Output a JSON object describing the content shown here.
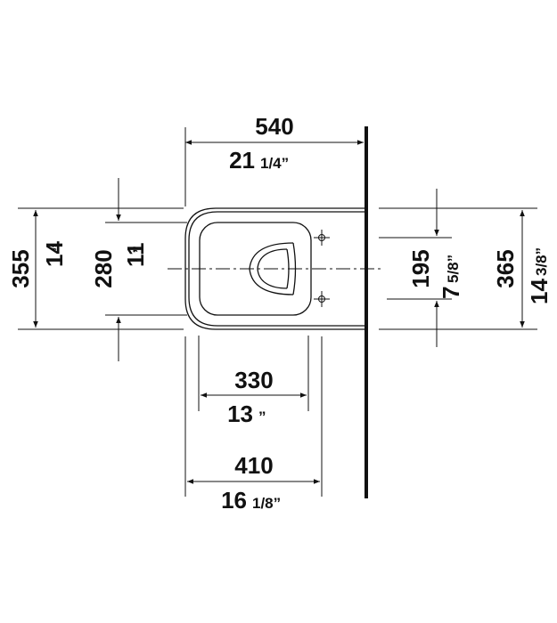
{
  "dimensions": {
    "overall_depth": {
      "mm": "540",
      "inch_whole": "21",
      "inch_frac": "1/4”"
    },
    "overall_width": {
      "mm": "355",
      "inch_whole": "14",
      "inch_frac": "”"
    },
    "inner_width": {
      "mm": "280",
      "inch_whole": "11",
      "inch_frac": "”"
    },
    "fixing_spacing": {
      "mm": "195",
      "inch_whole": "7",
      "inch_frac": "5/8”"
    },
    "wall_width": {
      "mm": "365",
      "inch_whole": "14",
      "inch_frac": "3/8”"
    },
    "bowl_depth": {
      "mm": "330",
      "inch_whole": "13",
      "inch_frac": "”"
    },
    "front_to_fixing": {
      "mm": "410",
      "inch_whole": "16",
      "inch_frac": "1/8”"
    }
  },
  "colors": {
    "ink": "#111111",
    "background": "#ffffff"
  }
}
